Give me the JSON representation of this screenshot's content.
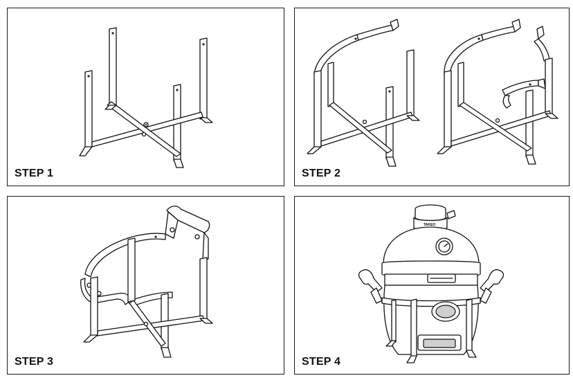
{
  "steps": [
    {
      "label": "STEP 1"
    },
    {
      "label": "STEP 2"
    },
    {
      "label": "STEP 3"
    },
    {
      "label": "STEP 4"
    }
  ],
  "grill": {
    "brand_text": "TAKEO"
  }
}
